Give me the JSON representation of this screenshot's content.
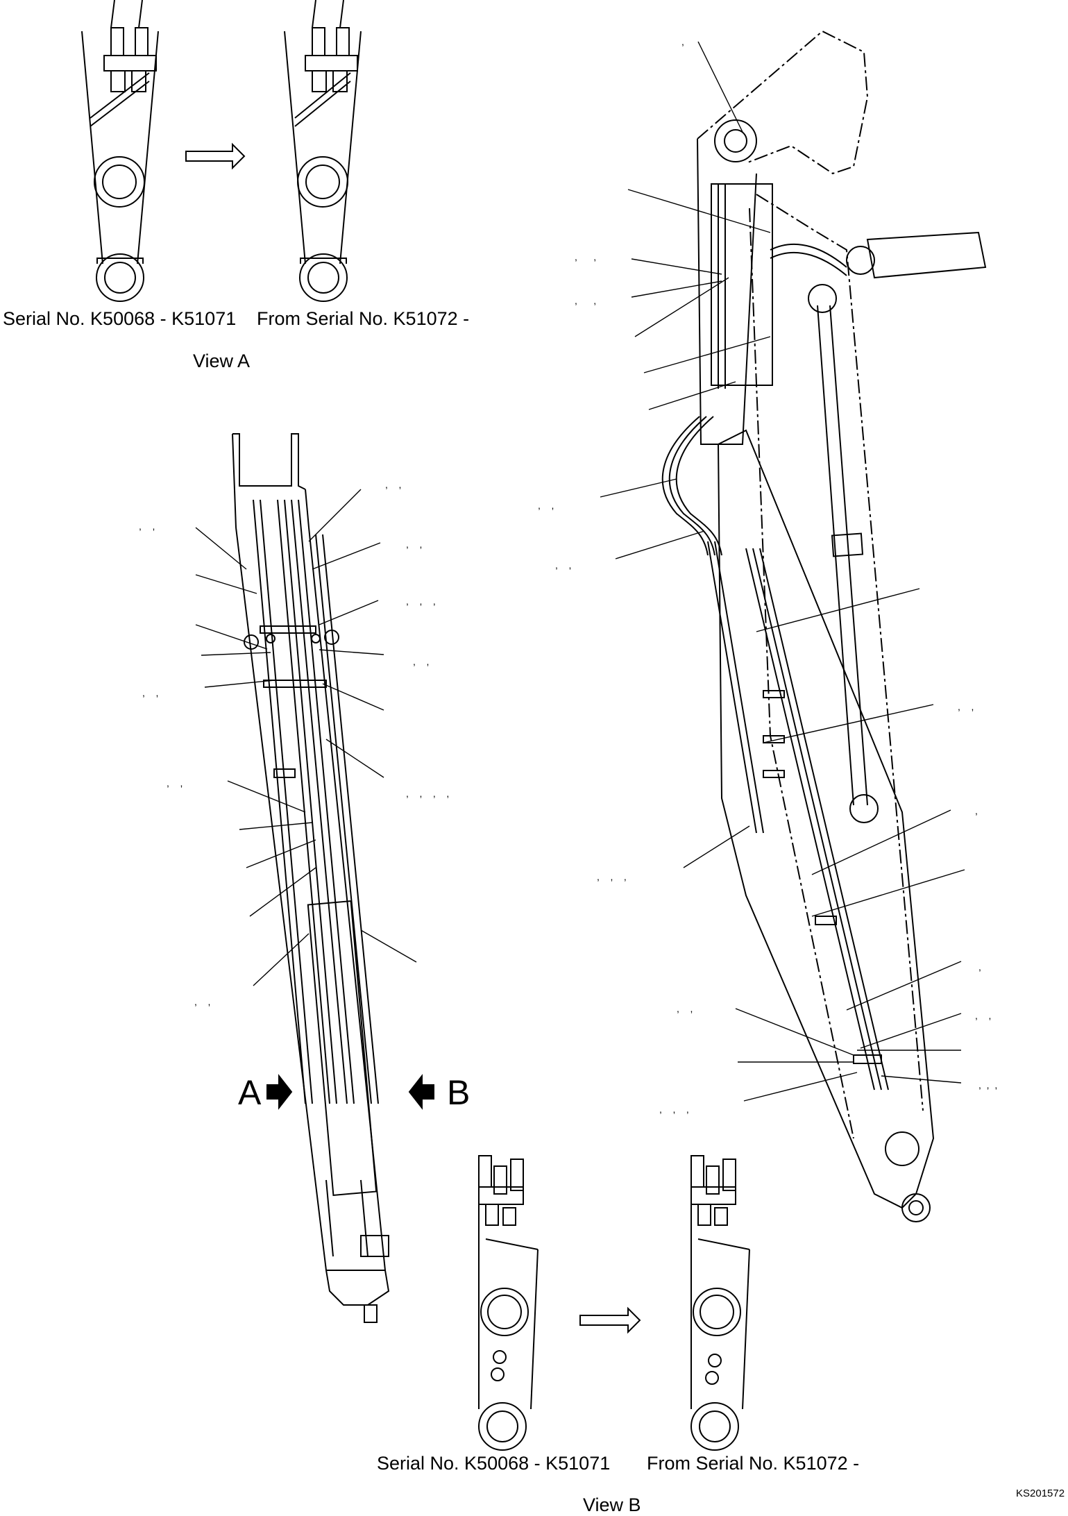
{
  "view_a": {
    "before_label": "Serial No. K50068 - K51071",
    "after_label": "From Serial No. K51072 -",
    "title": "View A"
  },
  "view_b": {
    "before_label": "Serial No. K50068 - K51071",
    "after_label": "From Serial No. K51072 -",
    "title": "View B"
  },
  "arrows": {
    "a_letter": "A",
    "b_letter": "B"
  },
  "drawing_code": "KS201572",
  "colors": {
    "line": "#000000",
    "background": "#ffffff"
  }
}
